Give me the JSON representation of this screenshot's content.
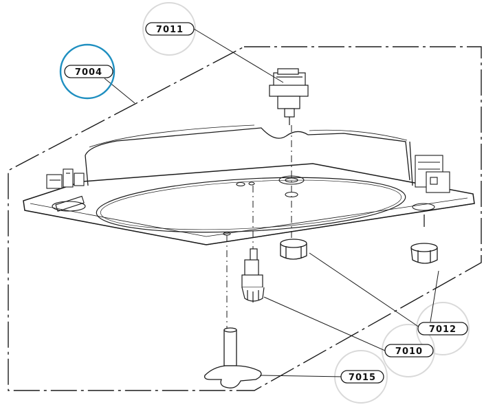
{
  "diagram": {
    "colors": {
      "line": "#1a1a1a",
      "highlight_ring": "#1f8fc0",
      "faint_ring": "#d9d9d9"
    },
    "callouts": [
      {
        "id": "7011",
        "text": "7011"
      },
      {
        "id": "7004",
        "text": "7004",
        "highlighted": true
      },
      {
        "id": "7012",
        "text": "7012"
      },
      {
        "id": "7010",
        "text": "7010"
      },
      {
        "id": "7015",
        "text": "7015"
      }
    ]
  }
}
